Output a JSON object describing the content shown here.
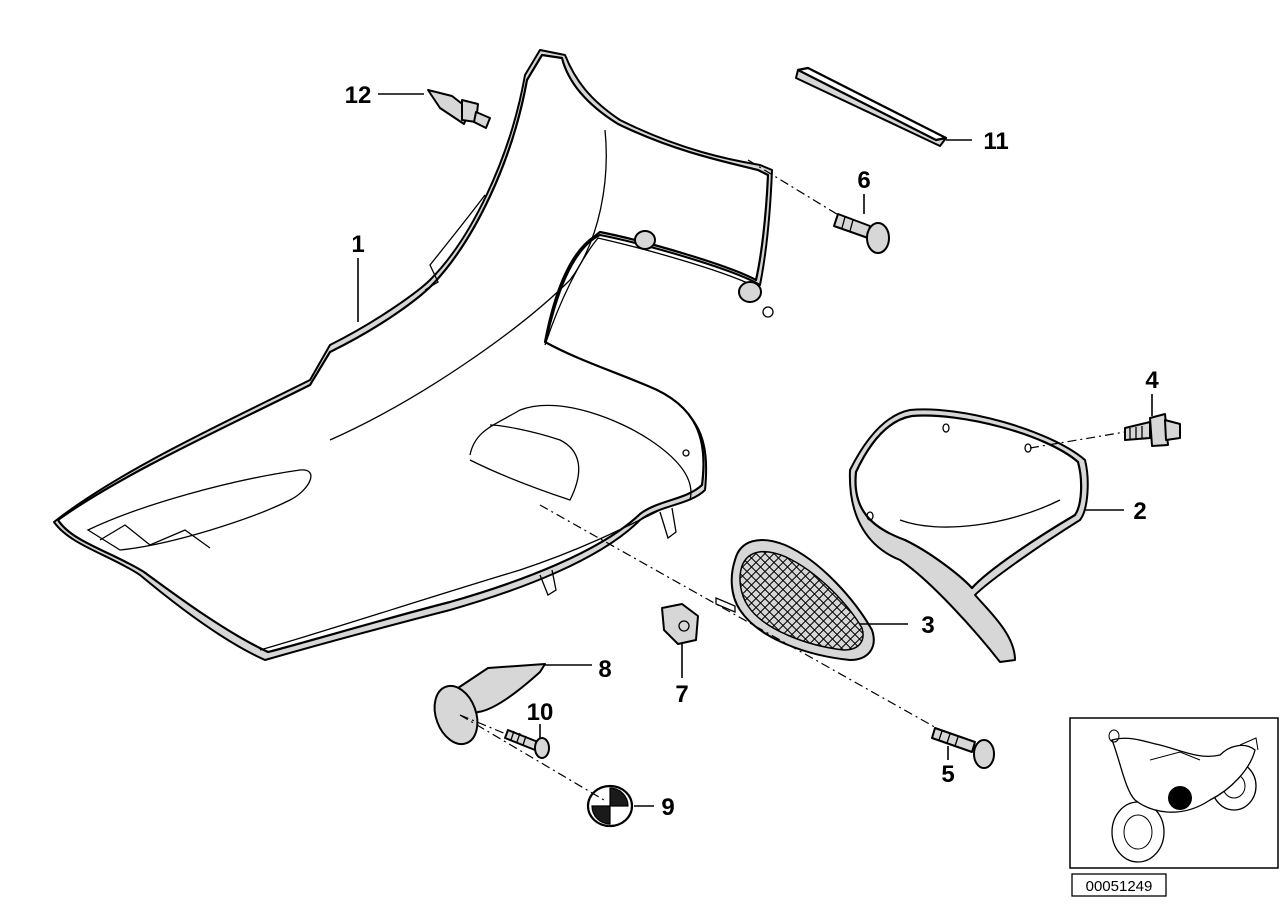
{
  "callouts": {
    "p1": "1",
    "p2": "2",
    "p3": "3",
    "p4": "4",
    "p5": "5",
    "p6": "6",
    "p7": "7",
    "p8": "8",
    "p9": "9",
    "p10": "10",
    "p11": "11",
    "p12": "12"
  },
  "reference_number": "00051249",
  "thumbnail": {
    "icon": "motorcycle-icon",
    "marker": "location-dot-icon"
  }
}
